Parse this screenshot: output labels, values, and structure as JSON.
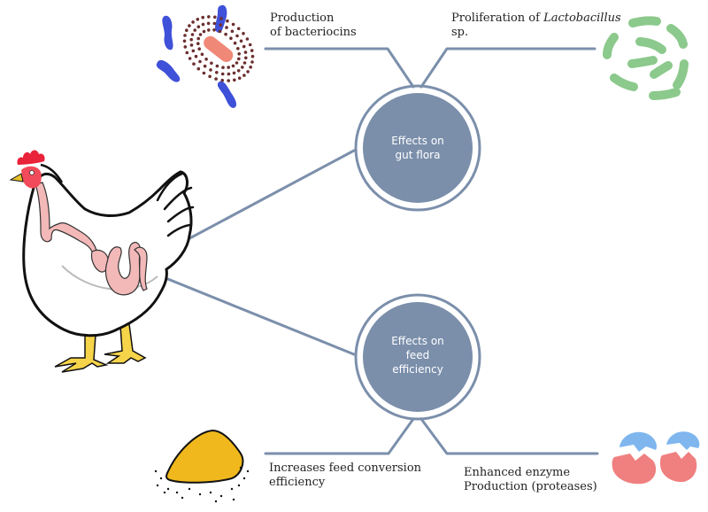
{
  "colors": {
    "connector": "#7b8fab",
    "hub_fill": "#7b8fab",
    "hub_ring": "#7b8fab",
    "bacteria_blue": "#3f51d8",
    "bacteria_pink": "#f08878",
    "bacteriocin_dots": "#6b2e2e",
    "lactobacillus_green": "#8cc98c",
    "feed_yellow": "#f0b81c",
    "enzyme_blue": "#7fb6ee",
    "enzyme_red": "#f08080",
    "chicken_gut": "#f3b8b8",
    "chicken_comb": "#e8233a",
    "chicken_feet": "#f6d44a"
  },
  "hubs": {
    "gut_flora": {
      "line1": "Effects on",
      "line2": "gut flora"
    },
    "feed_efficiency": {
      "line1": "Effects on",
      "line2": "feed",
      "line3": "efficiency"
    }
  },
  "labels": {
    "bacteriocins": {
      "line1": "Production",
      "line2": "of bacteriocins"
    },
    "lactobacillus": {
      "prefix": "Proliferation of ",
      "italic": "Lactobacillus",
      "line2": "sp."
    },
    "feed_conversion": {
      "line1": "Increases feed conversion",
      "line2": "efficiency"
    },
    "enzyme": {
      "line1": "Enhanced enzyme",
      "line2": "Production (proteases)"
    }
  },
  "icons": {
    "chicken": "chicken-gut-illustration",
    "bacteriocin": "bacteriocin-producing-bacterium",
    "lactobacillus": "lactobacillus-cluster",
    "feed": "feed-pile",
    "enzyme": "protease-enzymes"
  }
}
